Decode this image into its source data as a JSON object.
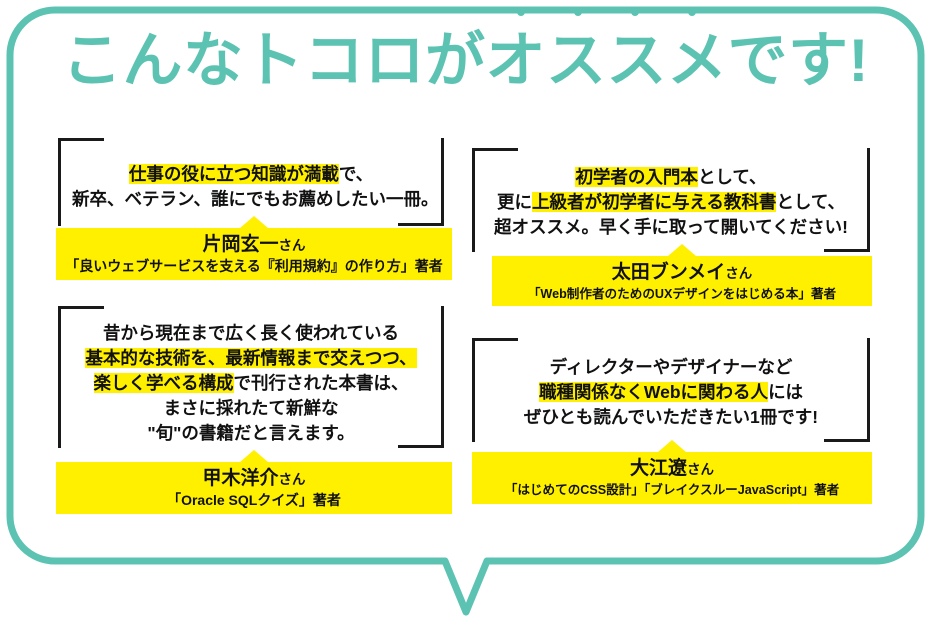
{
  "colors": {
    "teal": "#5cc3b3",
    "yellow": "#fff000",
    "ink": "#111111",
    "background": "#ffffff"
  },
  "headline": {
    "before": "こんなトコロが",
    "emphasized": "オススメ",
    "after": "です!",
    "full_text": "こんなトコロがオススメです!",
    "emphasis_dot_count": 4
  },
  "testimonials": [
    {
      "id": "kataoka",
      "quote_lines": [
        {
          "segments": [
            {
              "text": "仕事の役に立つ知識が満載",
              "highlight": true
            },
            {
              "text": "で、",
              "highlight": false
            }
          ]
        },
        {
          "segments": [
            {
              "text": "新卒、ベテラン、誰にでもお薦めしたい一冊。",
              "highlight": false
            }
          ]
        }
      ],
      "author_name": "片岡玄一",
      "author_honorific": "さん",
      "author_book": "「良いウェブサービスを支える『利用規約』の作り方」著者"
    },
    {
      "id": "ota",
      "quote_lines": [
        {
          "segments": [
            {
              "text": "初学者の入門本",
              "highlight": true
            },
            {
              "text": "として、",
              "highlight": false
            }
          ]
        },
        {
          "segments": [
            {
              "text": "更に",
              "highlight": false
            },
            {
              "text": "上級者が初学者に与える教科書",
              "highlight": true
            },
            {
              "text": "として、",
              "highlight": false
            }
          ]
        },
        {
          "segments": [
            {
              "text": "超オススメ。早く手に取って開いてください!",
              "highlight": false
            }
          ]
        }
      ],
      "author_name": "太田ブンメイ",
      "author_honorific": "さん",
      "author_book": "「Web制作者のためのUXデザインをはじめる本」著者"
    },
    {
      "id": "katsuki",
      "quote_lines": [
        {
          "segments": [
            {
              "text": "昔から現在まで広く長く使われている",
              "highlight": false
            }
          ]
        },
        {
          "segments": [
            {
              "text": "基本的な技術を、最新情報まで交えつつ、",
              "highlight": true
            }
          ]
        },
        {
          "segments": [
            {
              "text": "楽しく学べる構成",
              "highlight": true
            },
            {
              "text": "で刊行された本書は、",
              "highlight": false
            }
          ]
        },
        {
          "segments": [
            {
              "text": "まさに採れたて新鮮な",
              "highlight": false
            }
          ]
        },
        {
          "segments": [
            {
              "text": "\"旬\"の書籍だと言えます。",
              "highlight": false
            }
          ]
        }
      ],
      "author_name": "甲木洋介",
      "author_honorific": "さん",
      "author_book": "「Oracle SQLクイズ」著者"
    },
    {
      "id": "oe",
      "quote_lines": [
        {
          "segments": [
            {
              "text": "ディレクターやデザイナーなど",
              "highlight": false
            }
          ]
        },
        {
          "segments": [
            {
              "text": "職種関係なくWebに関わる人",
              "highlight": true
            },
            {
              "text": "には",
              "highlight": false
            }
          ]
        },
        {
          "segments": [
            {
              "text": "ぜひとも読んでいただきたい1冊です!",
              "highlight": false
            }
          ]
        }
      ],
      "author_name": "大江遼",
      "author_honorific": "さん",
      "author_book": "「はじめてのCSS設計」「ブレイクスルーJavaScript」著者"
    }
  ]
}
